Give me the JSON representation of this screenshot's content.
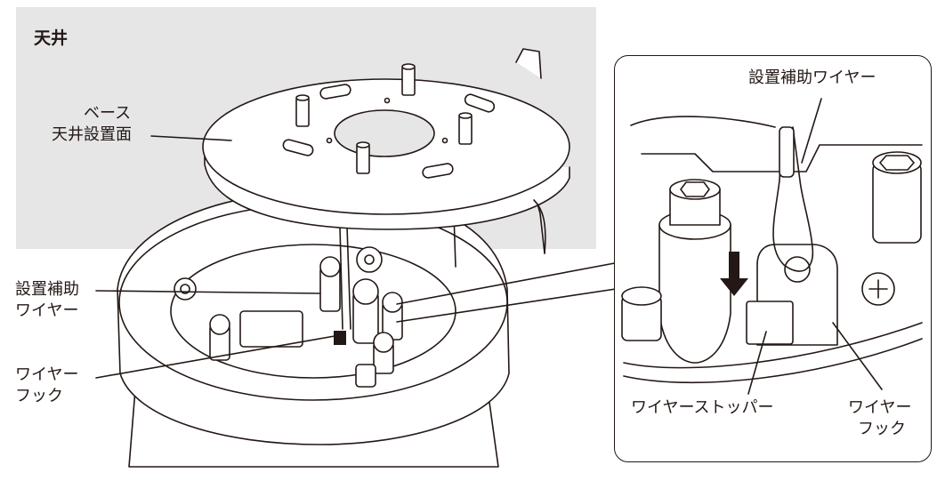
{
  "labels": {
    "ceiling": "天井",
    "base_line1": "ベース",
    "base_line2": "天井設置面",
    "aux_wire_line1": "設置補助",
    "aux_wire_line2": "ワイヤー",
    "wire_hook_line1": "ワイヤー",
    "wire_hook_line2": "フック"
  },
  "detail": {
    "aux_wire": "設置補助ワイヤー",
    "wire_stopper": "ワイヤーストッパー",
    "wire_hook_line1": "ワイヤー",
    "wire_hook_line2": "フック"
  },
  "colors": {
    "ceiling_gray": "#e6e6e7",
    "line": "#231815"
  }
}
